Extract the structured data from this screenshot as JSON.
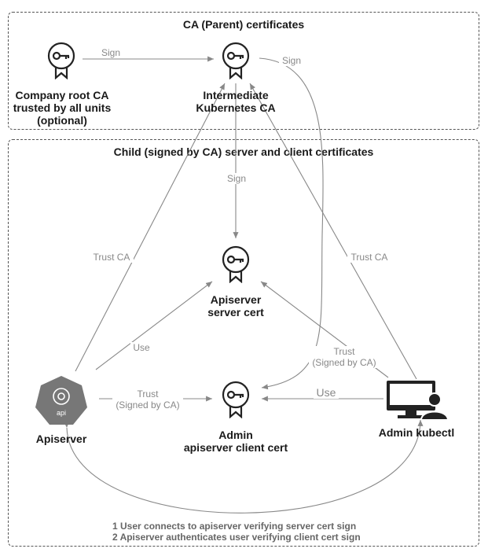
{
  "groups": {
    "ca_title": "CA (Parent) certificates",
    "child_title": "Child (signed by CA) server and client certificates"
  },
  "nodes": {
    "root_ca": [
      "Company root CA",
      "trusted by all units",
      "(optional)"
    ],
    "intermediate_ca": [
      "Intermediate",
      "Kubernetes CA"
    ],
    "apiserver_cert": [
      "Apiserver",
      "server cert"
    ],
    "admin_cert": [
      "Admin",
      "apiserver client cert"
    ],
    "apiserver": "Apiserver",
    "apiserver_icon_text": "api",
    "admin_kubectl": "Admin kubectl"
  },
  "edges": {
    "sign_root": "Sign",
    "sign_right": "Sign",
    "sign_down": "Sign",
    "trust_ca_left": "Trust CA",
    "trust_ca_right": "Trust CA",
    "use_left": "Use",
    "use_right": "Use",
    "trust_signed_left": [
      "Trust",
      "(Signed by CA)"
    ],
    "trust_signed_right": [
      "Trust",
      "(Signed by CA)"
    ]
  },
  "notes": [
    "1 User connects to apiserver verifying server cert sign",
    "2 Apiserver authenticates user verifying client cert sign"
  ],
  "colors": {
    "edge": "#888888",
    "apiserver_hex": "#777777",
    "icon": "#222222"
  }
}
